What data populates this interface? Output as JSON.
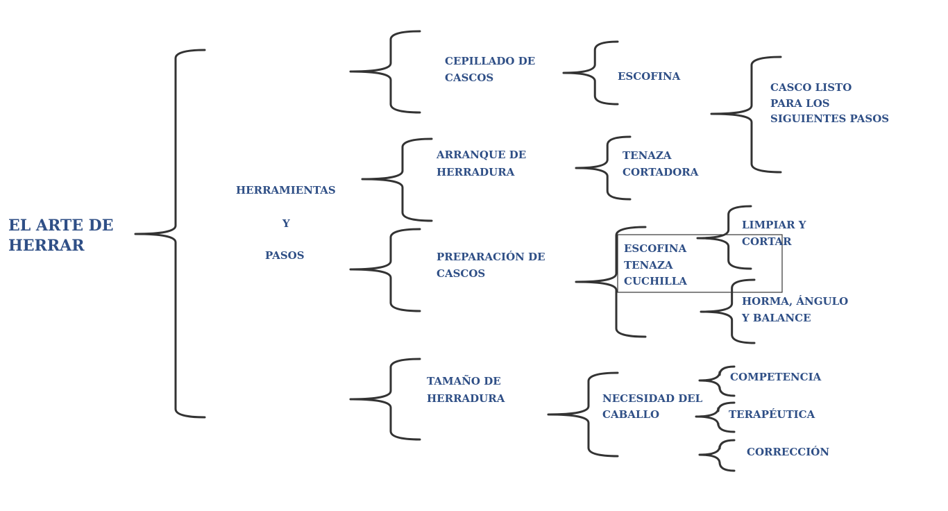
{
  "root": {
    "lines": [
      "EL ARTE DE",
      "HERRAR"
    ]
  },
  "level1": {
    "line1": "HERRAMIENTAS",
    "line2": "Y",
    "line3": "PASOS"
  },
  "steps": {
    "cepillado": [
      "CEPILLADO DE",
      "CASCOS"
    ],
    "arranque": [
      "ARRANQUE DE",
      "HERRADURA"
    ],
    "preparacion": [
      "PREPARACIÓN DE",
      "CASCOS"
    ],
    "tamano": [
      "TAMAÑO DE",
      "HERRADURA"
    ]
  },
  "tools": {
    "escofina": "ESCOFINA",
    "tenaza_cortadora": [
      "TENAZA",
      "CORTADORA"
    ],
    "prep_tools": [
      "ESCOFINA",
      "TENAZA",
      "CUCHILLA"
    ],
    "necesidad": [
      "NECESIDAD DEL",
      "CABALLO"
    ]
  },
  "results": {
    "casco_listo": [
      "CASCO LISTO",
      "PARA LOS",
      "SIGUIENTES PASOS"
    ],
    "limpiar": [
      "LIMPIAR Y",
      "CORTAR"
    ],
    "horma": [
      "HORMA, ÁNGULO",
      "Y BALANCE"
    ],
    "competencia": "COMPETENCIA",
    "terapeutica": "TERAPÉUTICA",
    "correccion": "CORRECCIÓN"
  }
}
